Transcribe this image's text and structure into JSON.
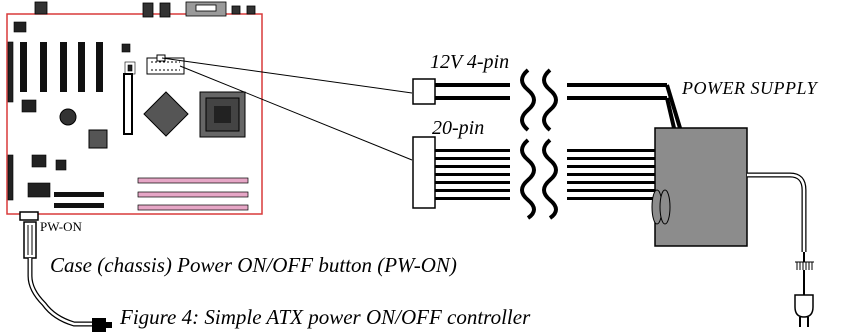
{
  "labels": {
    "connector_4pin": "12V 4-pin",
    "connector_20pin": "20-pin",
    "power_supply": "POWER SUPPLY",
    "pw_on": "PW-ON",
    "button_desc": "Case (chassis) Power ON/OFF button (PW-ON)",
    "caption": "Figure 4: Simple ATX power ON/OFF controller"
  },
  "colors": {
    "board_outline": "#d83a3a",
    "psu_fill": "#8c8c8c",
    "ram_slot": "#e6a6c6",
    "line": "#000000"
  }
}
